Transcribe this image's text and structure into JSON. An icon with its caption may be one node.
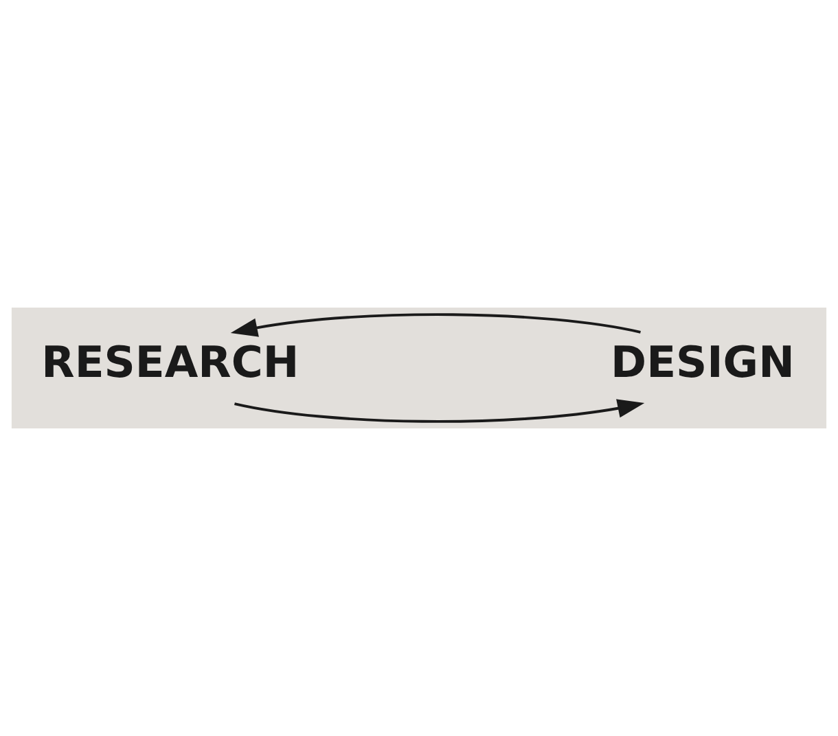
{
  "diagram": {
    "nodes": [
      {
        "text": [
          "RESEARCH"
        ]
      },
      {
        "text": [
          "DESIGN"
        ]
      }
    ],
    "edges": [
      {
        "from": 0,
        "to": 1,
        "arrow": "to"
      },
      {
        "from": 1,
        "to": 0,
        "arrow": "to"
      }
    ]
  }
}
